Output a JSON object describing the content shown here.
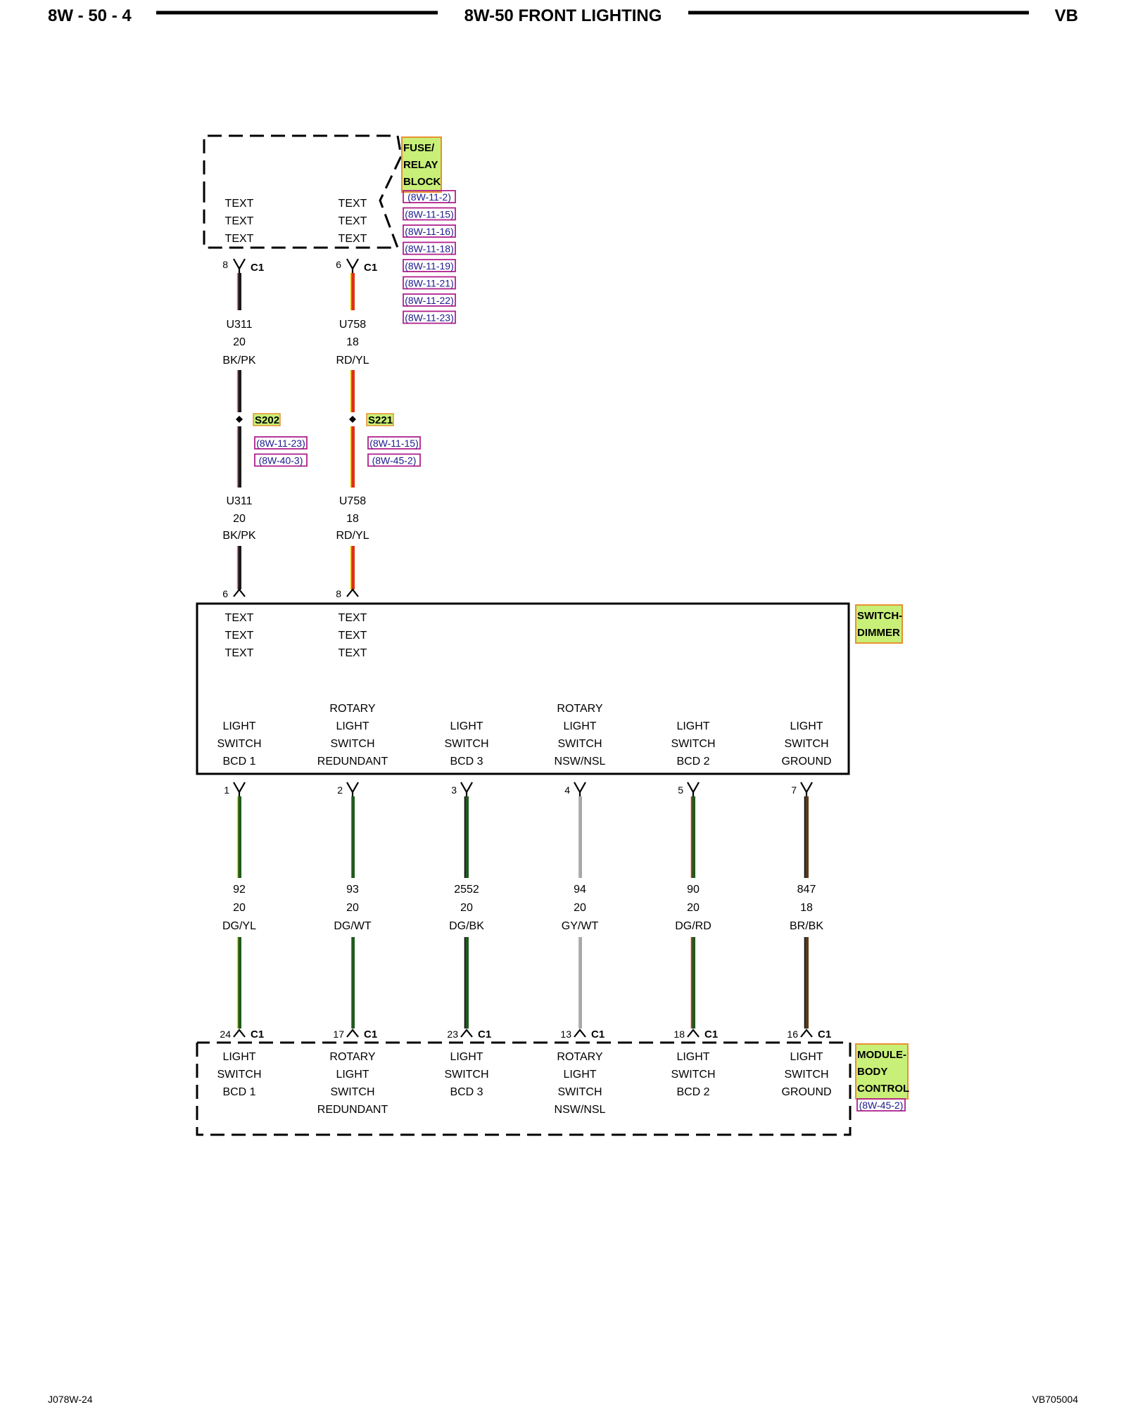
{
  "header": {
    "page": "8W - 50 - 4",
    "title": "8W-50 FRONT LIGHTING",
    "model": "VB"
  },
  "footer": {
    "left": "J078W-24",
    "right": "VB705004"
  },
  "colors": {
    "label_fill": "#c8f078",
    "label_border": "#e89030",
    "ref_border": "#b0208c",
    "ref_text": "#1a1a8c"
  },
  "components": {
    "fuse_relay_block": {
      "name_lines": [
        "FUSE/",
        "RELAY",
        "BLOCK"
      ],
      "refs": [
        "(8W-11-2)",
        "(8W-11-15)",
        "(8W-11-16)",
        "(8W-11-18)",
        "(8W-11-19)",
        "(8W-11-21)",
        "(8W-11-22)",
        "(8W-11-23)"
      ],
      "text_cols": [
        [
          "TEXT",
          "TEXT",
          "TEXT"
        ],
        [
          "TEXT",
          "TEXT",
          "TEXT"
        ]
      ]
    },
    "switch_dimmer": {
      "name_lines": [
        "SWITCH-",
        "DIMMER"
      ],
      "text_cols": [
        [
          "TEXT",
          "TEXT",
          "TEXT"
        ],
        [
          "TEXT",
          "TEXT",
          "TEXT"
        ]
      ]
    },
    "module_body_control": {
      "name_lines": [
        "MODULE-",
        "BODY",
        "CONTROL"
      ],
      "refs": [
        "(8W-45-2)"
      ]
    }
  },
  "splices": [
    {
      "id": "S202",
      "refs": [
        "(8W-11-23)",
        "(8W-40-3)"
      ]
    },
    {
      "id": "S221",
      "refs": [
        "(8W-11-15)",
        "(8W-45-2)"
      ]
    }
  ],
  "upper_wires": [
    {
      "top_pin": "8",
      "top_connector": "C1",
      "circuit": "U311",
      "gauge": "20",
      "color_code": "BK/PK",
      "bottom_pin": "6",
      "color_primary": "#1a1a1a",
      "color_tracer": "#e080b0"
    },
    {
      "top_pin": "6",
      "top_connector": "C1",
      "circuit": "U758",
      "gauge": "18",
      "color_code": "RD/YL",
      "bottom_pin": "8",
      "color_primary": "#e03010",
      "color_tracer": "#e8d820"
    }
  ],
  "lower_wires": [
    {
      "switch_pin": "1",
      "switch_label": [
        "LIGHT",
        "SWITCH",
        "BCD 1"
      ],
      "circuit": "92",
      "gauge": "20",
      "color_code": "DG/YL",
      "module_pin": "24",
      "module_connector": "C1",
      "module_label": [
        "LIGHT",
        "SWITCH",
        "BCD 1"
      ],
      "color_primary": "#1f5a1f",
      "color_tracer": "#e8e020"
    },
    {
      "switch_pin": "2",
      "switch_label": [
        "ROTARY",
        "LIGHT",
        "SWITCH",
        "REDUNDANT"
      ],
      "circuit": "93",
      "gauge": "20",
      "color_code": "DG/WT",
      "module_pin": "17",
      "module_connector": "C1",
      "module_label": [
        "ROTARY",
        "LIGHT",
        "SWITCH",
        "REDUNDANT"
      ],
      "color_primary": "#1f5a1f",
      "color_tracer": "#f4f4f4"
    },
    {
      "switch_pin": "3",
      "switch_label": [
        "LIGHT",
        "SWITCH",
        "BCD 3"
      ],
      "circuit": "2552",
      "gauge": "20",
      "color_code": "DG/BK",
      "module_pin": "23",
      "module_connector": "C1",
      "module_label": [
        "LIGHT",
        "SWITCH",
        "BCD 3"
      ],
      "color_primary": "#1f5a1f",
      "color_tracer": "#111111"
    },
    {
      "switch_pin": "4",
      "switch_label": [
        "ROTARY",
        "LIGHT",
        "SWITCH",
        "NSW/NSL"
      ],
      "circuit": "94",
      "gauge": "20",
      "color_code": "GY/WT",
      "module_pin": "13",
      "module_connector": "C1",
      "module_label": [
        "ROTARY",
        "LIGHT",
        "SWITCH",
        "NSW/NSL"
      ],
      "color_primary": "#a8a8a8",
      "color_tracer": "#f4f4f4"
    },
    {
      "switch_pin": "5",
      "switch_label": [
        "LIGHT",
        "SWITCH",
        "BCD 2"
      ],
      "circuit": "90",
      "gauge": "20",
      "color_code": "DG/RD",
      "module_pin": "18",
      "module_connector": "C1",
      "module_label": [
        "LIGHT",
        "SWITCH",
        "BCD 2"
      ],
      "color_primary": "#1f5a1f",
      "color_tracer": "#e03010"
    },
    {
      "switch_pin": "7",
      "switch_label": [
        "LIGHT",
        "SWITCH",
        "GROUND"
      ],
      "circuit": "847",
      "gauge": "18",
      "color_code": "BR/BK",
      "module_pin": "16",
      "module_connector": "C1",
      "module_label": [
        "LIGHT",
        "SWITCH",
        "GROUND"
      ],
      "color_primary": "#5a3a1a",
      "color_tracer": "#111111"
    }
  ]
}
